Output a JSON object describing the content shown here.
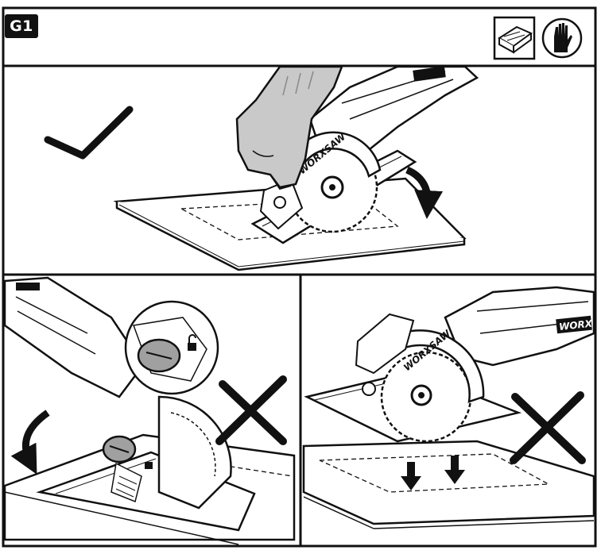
{
  "header": {
    "step_label": "G1",
    "icons": [
      "wood-plank-icon",
      "safety-glove-icon"
    ]
  },
  "panels": [
    {
      "id": "top",
      "mark": "check",
      "blade_brand": "WORXSAW"
    },
    {
      "id": "bottom-left",
      "mark": "cross"
    },
    {
      "id": "bottom-right",
      "mark": "cross",
      "blade_brand": "WORXSAW",
      "motor_brand": "WORX"
    }
  ],
  "colors": {
    "ink": "#111111",
    "glove": "#c9c9c9",
    "paper": "#ffffff"
  }
}
